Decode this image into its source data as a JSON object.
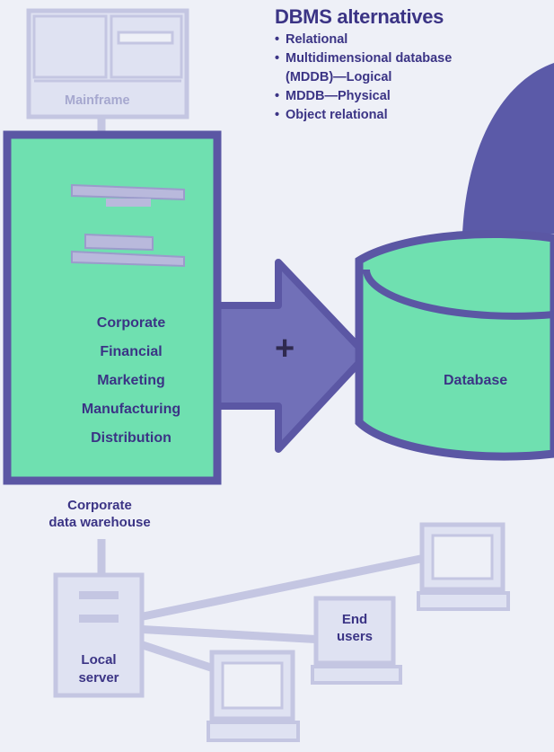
{
  "title": "DBMS alternatives",
  "alternatives": [
    "Relational",
    "Multidimensional database",
    "(MDDB)—Logical",
    "MDDB—Physical",
    "Object relational"
  ],
  "alternative_bullets": [
    true,
    true,
    false,
    true,
    true
  ],
  "mainframe_label": "Mainframe",
  "warehouse_categories": [
    "Corporate",
    "Financial",
    "Marketing",
    "Manufacturing",
    "Distribution"
  ],
  "plus_sign": "+",
  "database_label": "Database",
  "warehouse_label": [
    "Corporate",
    "data warehouse"
  ],
  "end_users_label": [
    "End",
    "users"
  ],
  "local_server_label": [
    "Local",
    "server"
  ],
  "colors": {
    "background": "#eef0f7",
    "outline": "#5b57a4",
    "text": "#3b3485",
    "green": "#6fe0b0",
    "lavender": "#dfe2f2",
    "arrow": "#7170b8",
    "connector": "#c4c6e2"
  }
}
